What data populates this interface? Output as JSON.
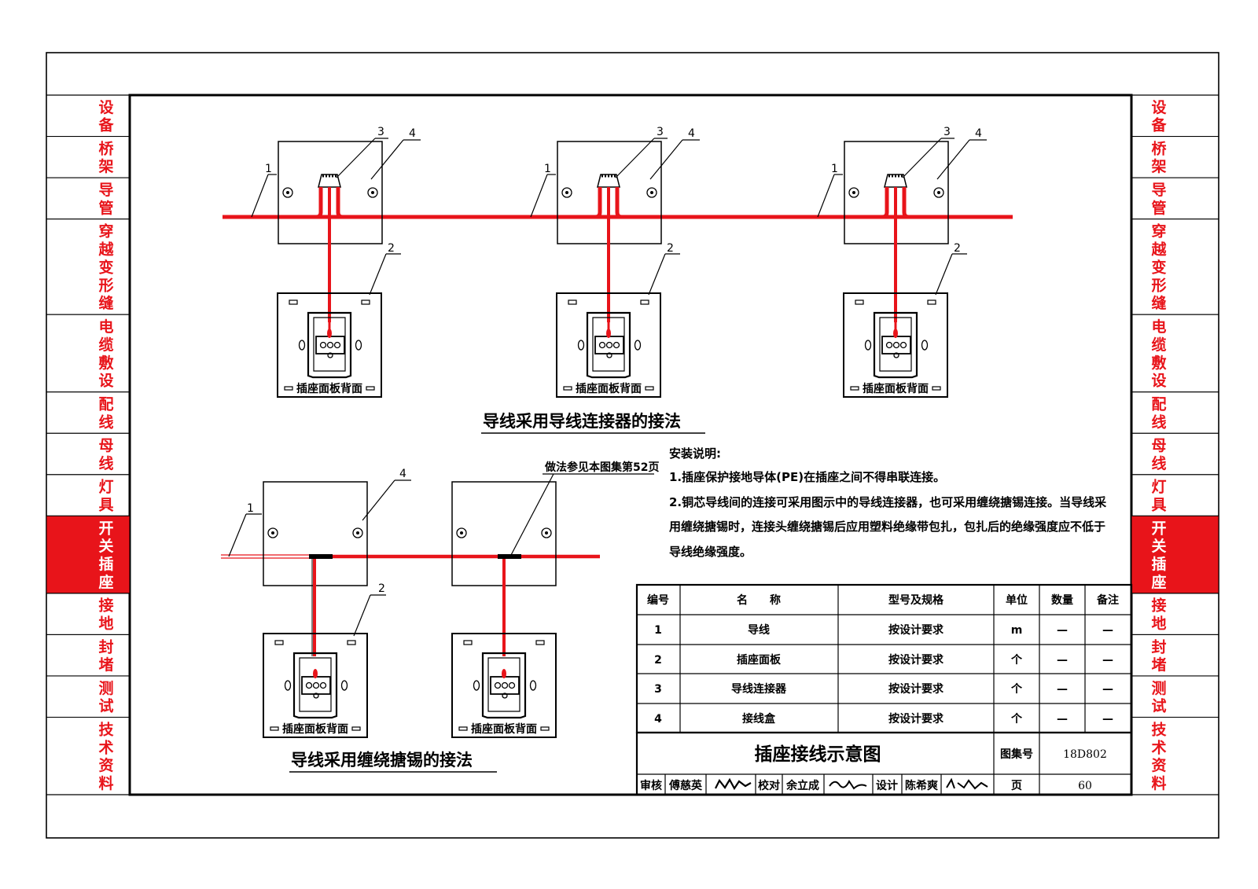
{
  "side_index": {
    "items": [
      {
        "label": "设备",
        "active": false
      },
      {
        "label": "桥架",
        "active": false
      },
      {
        "label": "导管",
        "active": false
      },
      {
        "label": "穿越变形缝",
        "active": false
      },
      {
        "label": "电缆敷设",
        "active": false
      },
      {
        "label": "配线",
        "active": false
      },
      {
        "label": "母线",
        "active": false
      },
      {
        "label": "灯具",
        "active": false
      },
      {
        "label": "开关插座",
        "active": true
      },
      {
        "label": "接地",
        "active": false
      },
      {
        "label": "封堵",
        "active": false
      },
      {
        "label": "测试",
        "active": false
      },
      {
        "label": "技术资料",
        "active": false
      }
    ],
    "active_color": "#e8141a",
    "text_color": "#e8141a"
  },
  "diagram_top": {
    "caption": "导线采用导线连接器的接法",
    "panel_label": "插座面板背面",
    "callouts": [
      "1",
      "2",
      "3",
      "4"
    ]
  },
  "diagram_bottom": {
    "caption": "导线采用缠绕搪锡的接法",
    "panel_label": "插座面板背面",
    "reference_note": "做法参见本图集第52页",
    "callouts": [
      "1",
      "2",
      "4"
    ]
  },
  "wire_color": "#e8141a",
  "notes": {
    "heading": "安装说明:",
    "lines": [
      "1.插座保护接地导体(PE)在插座之间不得串联连接。",
      "2.铜芯导线间的连接可采用图示中的导线连接器，也可采用缠绕搪锡连接。当导线采",
      "用缠绕搪锡时，连接头缠绕搪锡后应用塑料绝缘带包扎，包扎后的绝缘强度应不低于",
      "导线绝缘强度。"
    ]
  },
  "parts_table": {
    "headers": [
      "编号",
      "名　　称",
      "型号及规格",
      "单位",
      "数量",
      "备注"
    ],
    "rows": [
      [
        "1",
        "导线",
        "按设计要求",
        "m",
        "—",
        "—"
      ],
      [
        "2",
        "插座面板",
        "按设计要求",
        "个",
        "—",
        "—"
      ],
      [
        "3",
        "导线连接器",
        "按设计要求",
        "个",
        "—",
        "—"
      ],
      [
        "4",
        "接线盒",
        "按设计要求",
        "个",
        "—",
        "—"
      ]
    ]
  },
  "title_block": {
    "drawing_title": "插座接线示意图",
    "atlas_label": "图集号",
    "atlas_number": "18D802",
    "page_label": "页",
    "page_number": "60",
    "review_label": "审核",
    "review_name": "傅慈英",
    "check_label": "校对",
    "check_name": "余立成",
    "design_label": "设计",
    "design_name": "陈希爽"
  }
}
